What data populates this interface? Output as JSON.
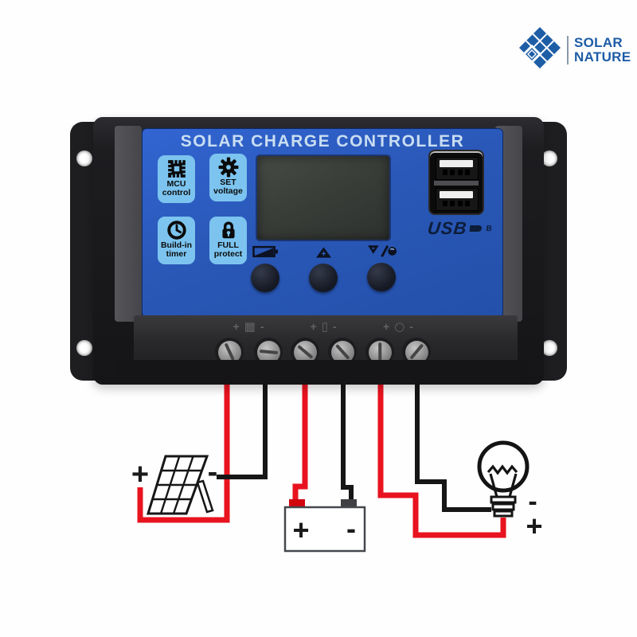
{
  "brand": {
    "line1": "SOLAR",
    "line2": "NATURE"
  },
  "controller": {
    "title": "SOLAR CHARGE CONTROLLER",
    "features": [
      {
        "icon": "mcu-chip-icon",
        "line1": "MCU",
        "line2": "control"
      },
      {
        "icon": "gear-icon",
        "line1": "SET",
        "line2": "voltage"
      },
      {
        "icon": "clock-icon",
        "line1": "Build-in",
        "line2": "timer"
      },
      {
        "icon": "padlock-icon",
        "line1": "FULL",
        "line2": "protect"
      }
    ],
    "display": "blank-lcd",
    "button_glyphs": {
      "up": "+",
      "down": "-"
    },
    "usb": {
      "label": "USB",
      "suffix": "B",
      "ports": 2
    },
    "terminal_groups": [
      {
        "name": "solar-input",
        "plus": "+",
        "icon": "▦",
        "minus": "-"
      },
      {
        "name": "battery",
        "plus": "+",
        "icon": "▯",
        "minus": "-"
      },
      {
        "name": "load",
        "plus": "+",
        "icon": "○",
        "minus": "-"
      }
    ]
  },
  "wiring": {
    "solar_panel": {
      "plus": "+",
      "minus": "-"
    },
    "battery": {
      "plus": "+",
      "minus": "-"
    },
    "bulb": {
      "minus": "-",
      "plus": "+"
    }
  },
  "colors": {
    "panel_blue": "#2a58b8",
    "badge_blue": "#7cc4ef",
    "wire_red": "#e8131f",
    "wire_black": "#161616",
    "logo_blue": "#1d5ca6",
    "title_text": "#c9def2"
  }
}
